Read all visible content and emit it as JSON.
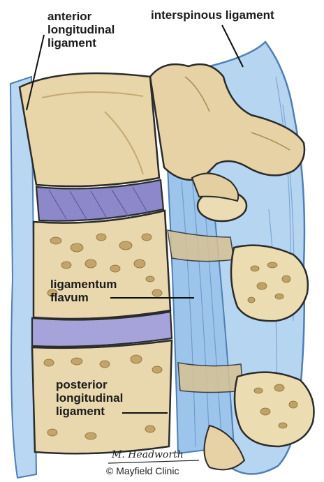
{
  "labels": {
    "anterior_longitudinal": [
      "anterior",
      "longitudinal",
      "ligament"
    ],
    "interspinous": "interspinous ligament",
    "ligamentum_flavum": [
      "ligamentum",
      "flavum"
    ],
    "posterior_longitudinal": [
      "posterior",
      "longitudinal",
      "ligament"
    ]
  },
  "signature": "M. Headworth",
  "copyright": "© Mayfield Clinic",
  "colors": {
    "ligament_blue": "#a9cdee",
    "ligament_edge": "#5a8cc0",
    "bone": "#e6d3a6",
    "bone_dark": "#c9ad73",
    "disc": "#8f8ccc",
    "disc_light": "#a7a4da",
    "marrow": "#b79a62"
  }
}
